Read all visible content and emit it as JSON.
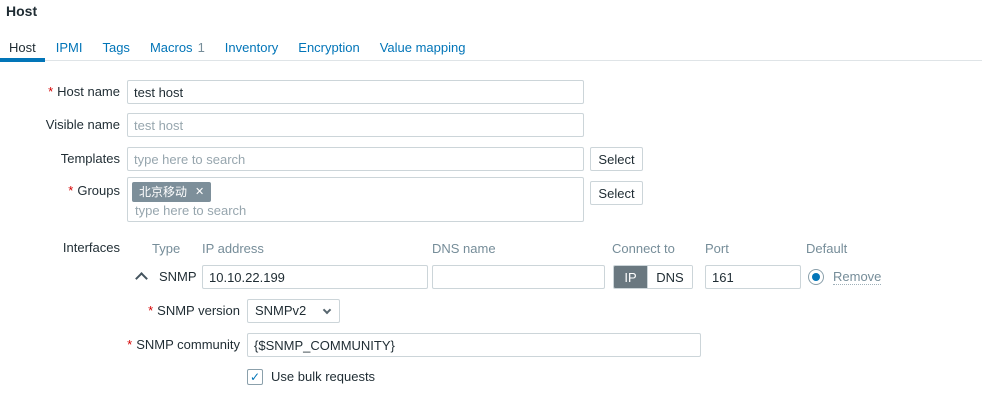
{
  "page": {
    "title": "Host"
  },
  "tabs": [
    {
      "label": "Host",
      "active": true
    },
    {
      "label": "IPMI"
    },
    {
      "label": "Tags"
    },
    {
      "label": "Macros",
      "count": "1"
    },
    {
      "label": "Inventory"
    },
    {
      "label": "Encryption"
    },
    {
      "label": "Value mapping"
    }
  ],
  "form": {
    "host_name": {
      "label": "Host name",
      "required": true,
      "value": "test host"
    },
    "visible_name": {
      "label": "Visible name",
      "placeholder": "test host"
    },
    "templates": {
      "label": "Templates",
      "placeholder": "type here to search",
      "select_label": "Select"
    },
    "groups": {
      "label": "Groups",
      "required": true,
      "chips": [
        {
          "label": "北京移动"
        }
      ],
      "placeholder": "type here to search",
      "select_label": "Select"
    },
    "interfaces": {
      "label": "Interfaces",
      "columns": [
        "Type",
        "IP address",
        "DNS name",
        "Connect to",
        "Port",
        "Default"
      ],
      "rows": [
        {
          "type": "SNMP",
          "ip": "10.10.22.199",
          "dns": "",
          "connect_options": [
            "IP",
            "DNS"
          ],
          "connect_to": "IP",
          "port": "161",
          "default_selected": true,
          "remove_label": "Remove"
        }
      ]
    },
    "snmp_version": {
      "label": "SNMP version",
      "required": true,
      "value": "SNMPv2"
    },
    "snmp_community": {
      "label": "SNMP community",
      "required": true,
      "value": "{$SNMP_COMMUNITY}"
    },
    "use_bulk": {
      "label": "Use bulk requests",
      "checked": true
    }
  },
  "icons": {
    "chip_remove": "✕",
    "check": "✓"
  },
  "colors": {
    "accent_blue": "#0275b8",
    "text_dark": "#1f2c33",
    "muted_gray": "#768d99",
    "border": "#ccd5d9",
    "chip_bg": "#7d8f9a",
    "toggle_active_bg": "#6a7880",
    "required_red": "#d40000"
  }
}
